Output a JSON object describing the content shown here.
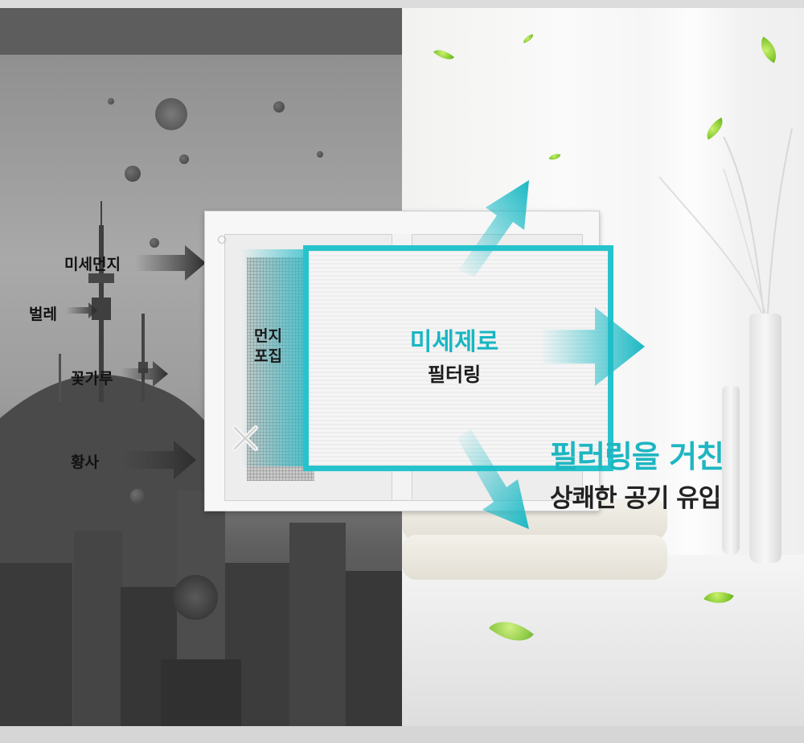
{
  "pollutants": [
    {
      "id": "fine-dust",
      "label": "미세먼지"
    },
    {
      "id": "insects",
      "label": "벌레"
    },
    {
      "id": "pollen",
      "label": "꽃가루"
    },
    {
      "id": "yellow-dust",
      "label": "황사"
    }
  ],
  "screen_label": {
    "line1": "먼지",
    "line2": "포집"
  },
  "filter": {
    "title": "미세제로",
    "subtitle": "필터링"
  },
  "headline": {
    "title": "필러링을 거친",
    "subtitle": "상쾌한 공기 유입"
  },
  "colors": {
    "accent": "#1eb6c1",
    "filter_border": "#27c3cc",
    "dark_arrow": "#3a3a3a",
    "leaf_green": "#7ec52b"
  },
  "icons": {
    "left_arrow": "arrow-right-dark-icon",
    "flow_arrow": "arrow-cyan-icon",
    "leaf": "leaf-icon"
  }
}
